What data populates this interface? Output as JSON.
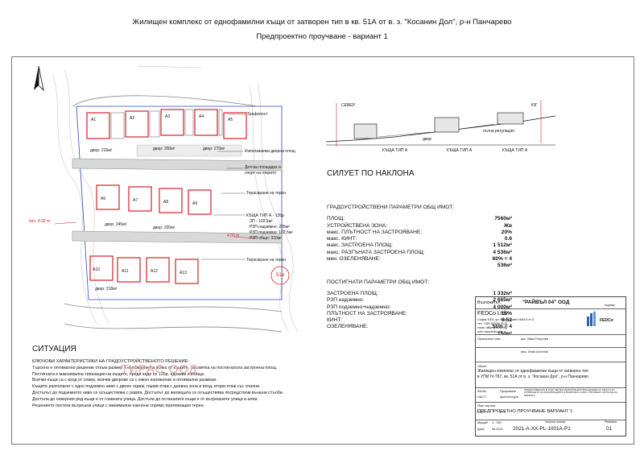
{
  "header": {
    "title": "Жилищен комплекс от еднофамилни къщи от затворен тип в кв. 51А от в. з. \"Косанин Дол\", р-н Панчарево",
    "subtitle": "Предпроектно проучване - вариант 1"
  },
  "site_plan": {
    "section_title": "СИТУАЦИЯ",
    "block_label": "51а",
    "plots": [
      "A1",
      "A2",
      "A3",
      "A4",
      "A5",
      "A6",
      "A7",
      "A8",
      "A9",
      "A10",
      "A11",
      "A12",
      "A13"
    ],
    "callouts": {
      "transformer": "Трафопост",
      "court": "Използваема дворна площ",
      "playground_1": "Детска площадка и",
      "playground_2": "спорт на открито",
      "terrace_1": "Терасиране на терен",
      "terrace_2": "Терасиране на терен",
      "house_type": "КЪЩА ТИП А - 135р",
      "house_zp": "ЗП - 102.5м²",
      "house_rzp_above": "РЗП надземно: 205м²",
      "house_rzp_under": "РЗП подземно: 102.5м²",
      "house_rzp_total": "РЗП общо: 310м²"
    },
    "yard_labels": {
      "y1": "двор: 216м²",
      "y2": "двор: 200м²",
      "y3": "двор: 270м²",
      "y4": "двор: 245м²",
      "y5": "двор: 200м²",
      "y6": "двор: 218м²"
    },
    "dims": {
      "left": "min. 4.00 m",
      "right": "4.00 m"
    }
  },
  "section": {
    "title": "СИЛУЕТ ПО НАКЛОНА",
    "north": "СЕВЕР",
    "south": "ЮГ",
    "lbl_a": "КЪЩА ТИП А",
    "lbl_b": "КЪЩА ТИП А",
    "lbl_c": "КЪЩА ТИП А",
    "lbl_yard": "двор",
    "lbl_road": "пътна регулация"
  },
  "params": {
    "title": "ГРАДОУСТРОЙСТВЕНИ ПАРАМЕТРИ ОБЩ ИМОТ:",
    "rows": [
      {
        "label": "ПЛОЩ:",
        "value": "7560м²"
      },
      {
        "label": "УСТРОЙСТВЕНА ЗОНА:",
        "value": "Жв"
      },
      {
        "label": "макс. ПЛЪТНОСТ НА ЗАСТРОЯВАНЕ:",
        "value": "20%"
      },
      {
        "label": "макс. КИНТ:",
        "value": "0.6"
      },
      {
        "label": "макс. ЗАСТРОЕНА ПЛОЩ:",
        "value": "1 512м²"
      },
      {
        "label": "макс. РАЗГЪНАТА ЗАСТРОЕНА ПЛОЩ:",
        "value": "4 536м²"
      },
      {
        "label": "мин. ОЗЕЛЕНЯВАНЕ:",
        "value": "60% = 4 536м²"
      }
    ],
    "achieved_title": "ПОСТИГНАТИ ПАРАМЕТРИ ОБЩ ИМОТ:",
    "achieved": [
      {
        "label": "ЗАСТРОЕНА ПЛОЩ:",
        "value": "1 332м²"
      },
      {
        "label": "РЗП надземно:",
        "value": "2 665м²"
      },
      {
        "label": "РЗП подземно+надземно:",
        "value": "4 000м²"
      },
      {
        "label": "ПЛЪТНОСТ НА ЗАСТРОЯВАНЕ:",
        "value": "18%"
      },
      {
        "label": "КИНТ:",
        "value": "0.52"
      },
      {
        "label": "ОЗЕЛЕНЯВАНЕ:",
        "value": "55% = 4 150м²"
      }
    ]
  },
  "notes": {
    "title": "КЛЮЧОВИ ХАРАКТЕРИСТИКИ НА ГРАДОУСТРОЙСТВЕНОТО РЕШЕНИЕ:",
    "lines": [
      "Търсено е оптимално решение откъм размер и изложение на всяка от къщите, за сметка на постигнатата застроена площ.",
      "Постигната е максимална типизация на къщите, преди каде се 135р. еднакви жилища.",
      "Всички къщи са с вход от север, всички дворове са с южно изложение и оптимални размери.",
      "Къщите разполагат с едно подземно ниво с двоен гараж, първи етаж с дневна зона и вход, втори етаж със спални.",
      "Достъпът до подземното ниво се осъществява с рампа. Достъпът до жилищата се осъществява посредством външни стълби.",
      "Достъпа до северния ред къщи е от главната улица. Достъпа до останалите къщи е от вътрешните улици и алеи.",
      "Решението постига вътрешни улици с минимални наклони спрямо прилежащия терен."
    ],
    "watermark": "ТИРАС ООД"
  },
  "title_block": {
    "investor_label": "Възложител:",
    "investor": "\"РАЙВЪЛ 04\" ООД",
    "investor_sign": "подпис",
    "firm": "FEDCo Ltd",
    "firm_addr_1": "София 1000, ул. Иван Сусмен №65 Б ет 5",
    "firm_addr_2": "тел. +359 879 54 76 41",
    "firm_addr_3": "email: office@fedco.bg",
    "firm_addr_4": "web: www.fedco.bg",
    "logo_text": "FEDCo",
    "designer_label": "Проектанти инж.",
    "designer_1": "арх. Иван Георгиев",
    "designer_2": "инж. Илия Антонов",
    "object_label": "Обект:",
    "object_1": "Жилищен комплекс от еднофамилни къщи от затворен тип",
    "object_2": "в УПИ IV-787, кв. 51А от в. з. \"Косанин Дол\", р-н Панчарево",
    "phase_label": "ФАЗА:",
    "phase": "Проучване",
    "part_label": "ЧАСТ:",
    "part": "архитектура",
    "vol_label": "ТОМ:",
    "vol": "1 / 3",
    "drawing_label": "Име чертеж:",
    "drawing": "ПРЕДПРОЕКТНО ПРОУЧВАНЕ ВАРИАНТ 1",
    "scale_label": "Мащаб",
    "scale": "1 : 750",
    "date_label": "Дата",
    "date": "06.2022",
    "sheet_label": "Чертеж номер:",
    "sheet": "2021-A-XX-PL-1001A-P1",
    "rev_label": "Ревизия:",
    "rev": "01",
    "copyright": "ПРЕДОСТАВЕНАТА В ТОЗИ ЧЕРТЕЖ ИНФОРМАЦИЯ ПРИНАДЛЕЖИ НА FEDCO LTD. КОПИРАНЕТО НА ИНФОРМАЦИЯТА Е ВЪЗМОЖНО САМО С ПИСМЕНО СЪГЛАСИЕ НА ФИРМАТА."
  },
  "colors": {
    "plot_red": "#d6202a",
    "road_grey": "#9a9a9a",
    "blue_line": "#2b49c9"
  }
}
